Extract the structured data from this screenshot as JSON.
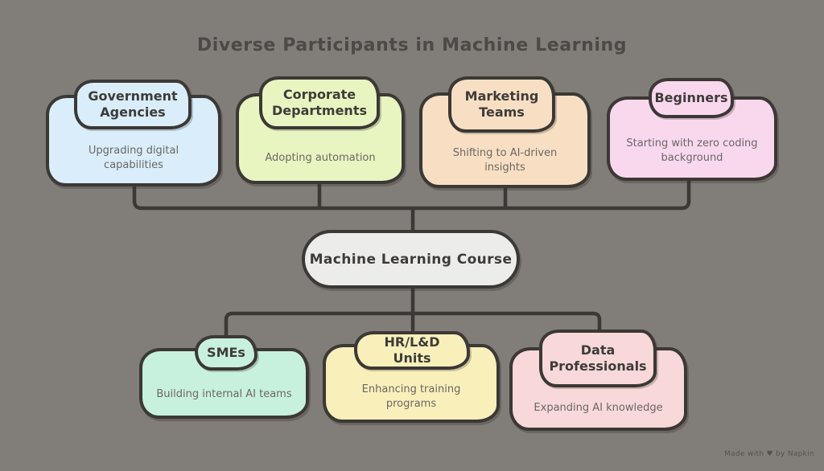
{
  "title": "Diverse Participants in Machine Learning",
  "watermark": "Made with ♥ by Napkin",
  "colors": {
    "background": "#817d78",
    "stroke": "#3b3835",
    "title_text": "#4c4946",
    "description_text": "#6b6763",
    "label_text": "#3e3c39"
  },
  "center": {
    "label": "Machine Learning Course",
    "fill": "#ececea"
  },
  "participants_top": [
    {
      "label": "Government Agencies",
      "description": "Upgrading digital capabilities",
      "fill": "#d9edfa"
    },
    {
      "label": "Corporate Departments",
      "description": "Adopting automation",
      "fill": "#e8f5c1"
    },
    {
      "label": "Marketing Teams",
      "description": "Shifting to AI-driven insights",
      "fill": "#f8dfc3"
    },
    {
      "label": "Beginners",
      "description": "Starting with zero coding background",
      "fill": "#f9d8ee"
    }
  ],
  "participants_bottom": [
    {
      "label": "SMEs",
      "description": "Building internal AI teams",
      "fill": "#c8f1dd"
    },
    {
      "label": "HR/L&D Units",
      "description": "Enhancing training programs",
      "fill": "#f9efba"
    },
    {
      "label": "Data Professionals",
      "description": "Expanding AI knowledge",
      "fill": "#f8d8d9"
    }
  ]
}
